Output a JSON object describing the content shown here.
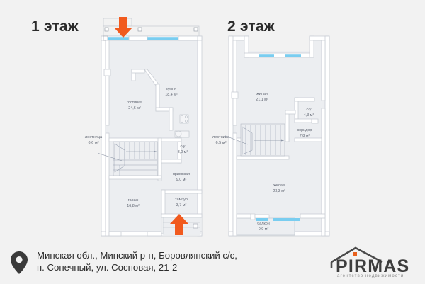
{
  "floors": [
    {
      "id": "floor-1",
      "title": "1 этаж",
      "rooms": [
        {
          "name": "кухня",
          "area": "18,4 м²"
        },
        {
          "name": "гостиная",
          "area": "24,6 м²"
        },
        {
          "name": "с/у",
          "area": "3,0 м²"
        },
        {
          "name": "прихожая",
          "area": "9,0 м²"
        },
        {
          "name": "тамбур",
          "area": "3,7 м²"
        },
        {
          "name": "гараж",
          "area": "16,8 м²"
        }
      ],
      "callouts": [
        {
          "name": "лестница",
          "area": "6,6 м²"
        }
      ]
    },
    {
      "id": "floor-2",
      "title": "2 этаж",
      "rooms": [
        {
          "name": "жилая",
          "area": "21,1 м²"
        },
        {
          "name": "с/у",
          "area": "4,3 м²"
        },
        {
          "name": "коридор",
          "area": "7,8 м²"
        },
        {
          "name": "жилая",
          "area": "23,3 м²"
        },
        {
          "name": "балкон",
          "area": "0,9 м²"
        }
      ],
      "callouts": [
        {
          "name": "лестница",
          "area": "6,5 м²"
        }
      ]
    }
  ],
  "footer": {
    "address_line1": "Минская обл., Минский р-н, Боровлянский с/с,",
    "address_line2": "п. Сонечный, ул. Сосновая, 21-2",
    "pin_icon": "map-pin-icon"
  },
  "logo": {
    "word": "PIRMAS",
    "tagline": "агентство недвижимости",
    "accent": "#e8601c",
    "text_color": "#3d3d3d"
  },
  "colors": {
    "background": "#f2f2f2",
    "wall": "#ffffff",
    "wall_stroke": "#c9cdd4",
    "room_fill": "#eceef1",
    "window": "#79cdf0",
    "arrow": "#f15a1e",
    "label": "#5e6470",
    "title": "#2b2b2b"
  }
}
